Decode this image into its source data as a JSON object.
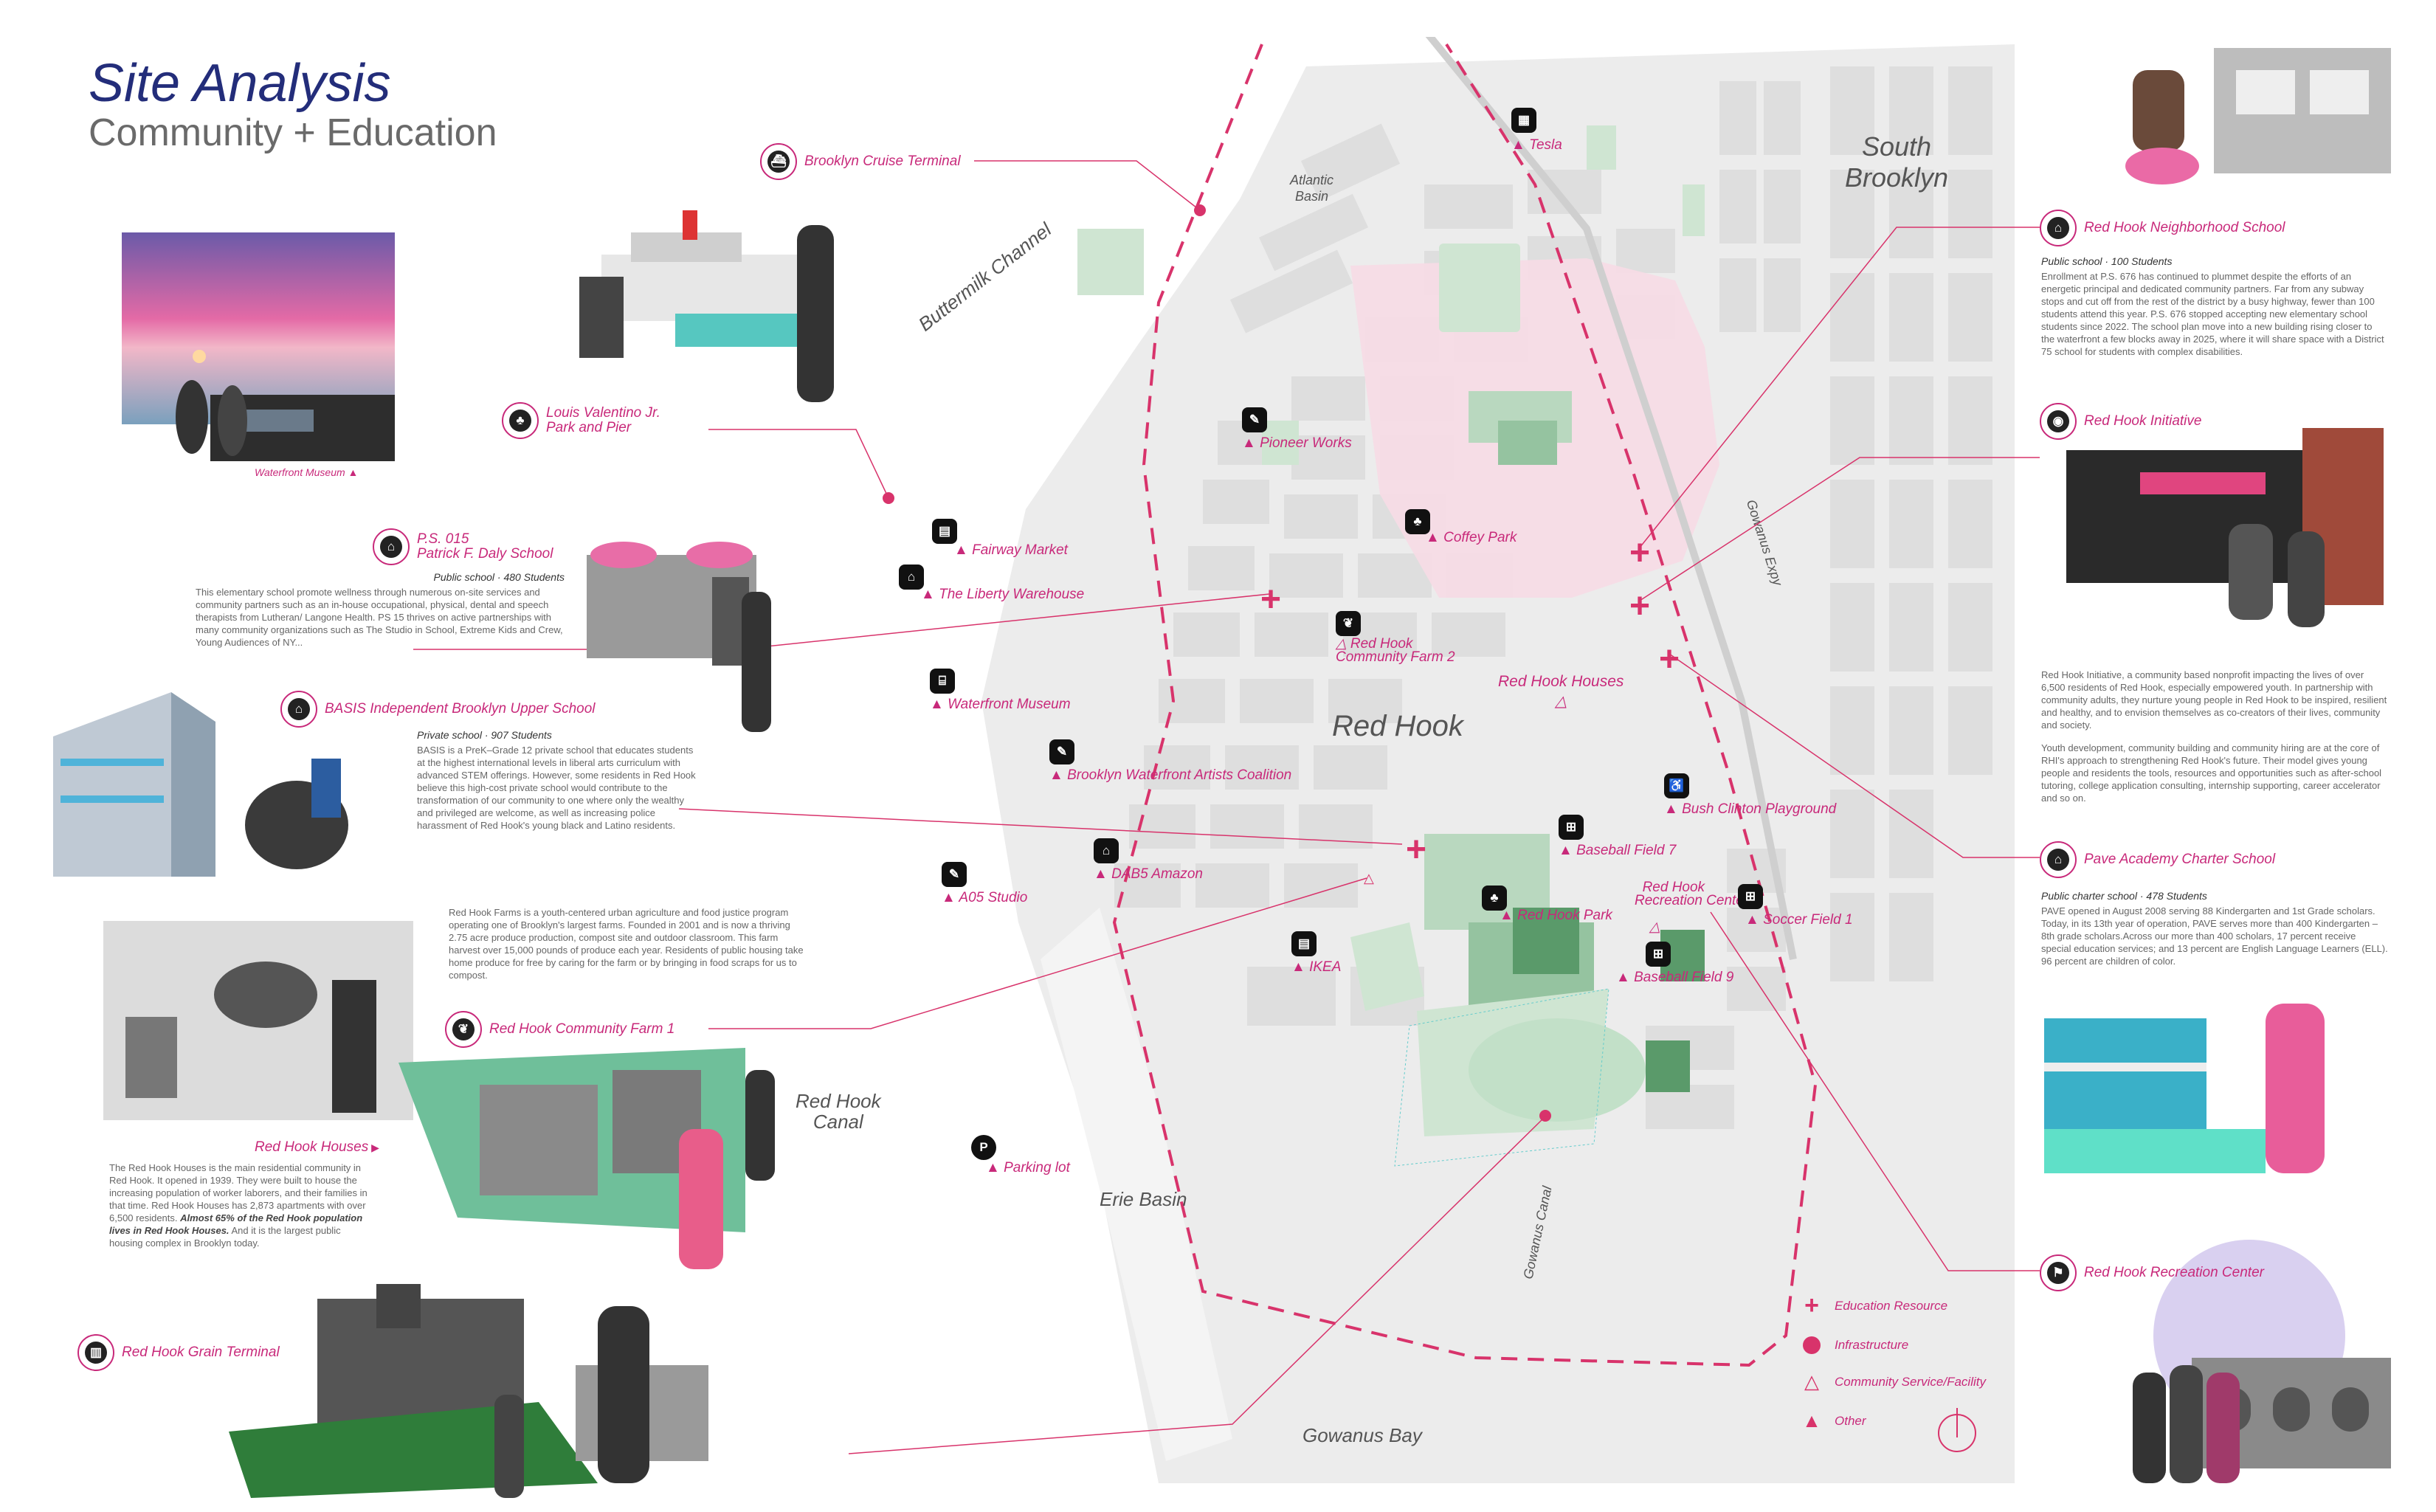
{
  "header": {
    "title": "Site Analysis",
    "subtitle": "Community + Education"
  },
  "map_labels": {
    "south_brooklyn": "South\nBrooklyn",
    "red_hook": "Red Hook",
    "atlantic_basin": "Atlantic\nBasin",
    "buttermilk_channel": "Buttermilk Channel",
    "gowanus_expy": "Gowanus Expy",
    "red_hook_canal": "Red Hook\nCanal",
    "erie_basin": "Erie Basin",
    "gowanus_canal": "Gowanus Canal",
    "gowanus_bay": "Gowanus Bay"
  },
  "places": [
    {
      "id": "tesla",
      "label": "Tesla",
      "icon": "building-icon"
    },
    {
      "id": "pioneer",
      "label": "Pioneer Works",
      "icon": "palette-icon"
    },
    {
      "id": "fairway",
      "label": "Fairway Market",
      "icon": "store-icon"
    },
    {
      "id": "liberty",
      "label": "The Liberty Warehouse",
      "icon": "warehouse-icon"
    },
    {
      "id": "coffey",
      "label": "Coffey Park",
      "icon": "tree-icon"
    },
    {
      "id": "farm2",
      "label": "Red Hook\nCommunity Farm 2",
      "icon": "leaf-icon"
    },
    {
      "id": "rhhouses",
      "label": "Red Hook Houses",
      "icon": ""
    },
    {
      "id": "wmuseum",
      "label": "Waterfront Museum",
      "icon": "museum-icon"
    },
    {
      "id": "bwac",
      "label": "Brooklyn Waterfront Artists Coalition",
      "icon": "palette-icon"
    },
    {
      "id": "bush",
      "label": "Bush Clinton Playground",
      "icon": "playground-icon"
    },
    {
      "id": "bb7",
      "label": "Baseball Field 7",
      "icon": "field-icon"
    },
    {
      "id": "rhrc_map",
      "label": "Red Hook\nRecreation Center",
      "icon": ""
    },
    {
      "id": "soccer1",
      "label": "Soccer Field 1",
      "icon": "field-icon"
    },
    {
      "id": "rhpark",
      "label": "Red Hook Park",
      "icon": "tree-icon"
    },
    {
      "id": "bb9",
      "label": "Baseball Field 9",
      "icon": "field-icon"
    },
    {
      "id": "a05",
      "label": "A05 Studio",
      "icon": "palette-icon"
    },
    {
      "id": "dab5",
      "label": "DAB5 Amazon",
      "icon": "warehouse-icon"
    },
    {
      "id": "ikea",
      "label": "IKEA",
      "icon": "store-icon"
    },
    {
      "id": "parking",
      "label": "Parking lot",
      "icon": "parking-icon"
    }
  ],
  "callouts": {
    "cruise": "Brooklyn Cruise Terminal",
    "valentino": "Louis Valentino Jr.\nPark and Pier",
    "ps15_title": "P.S. 015\nPatrick F. Daly School",
    "ps15_sub": "Public school · 480 Students",
    "ps15_desc": "This elementary school promote wellness through numerous on-site services and community partners such as an in-house occupational, physical, dental and speech therapists from Lutheran/ Langone Health. PS 15 thrives on active partnerships with many community organizations such as The Studio in School, Extreme Kids and Crew, Young Audiences of NY...",
    "basis_title": "BASIS Independent Brooklyn Upper School",
    "basis_sub": "Private school · 907 Students",
    "basis_desc": "BASIS is a PreK–Grade 12 private school that educates students at the highest international levels in liberal arts curriculum with advanced STEM offerings. However, some residents in Red Hook believe this high-cost private school would contribute to the transformation of our community to one where only the wealthy and privileged are welcome, as well as increasing police harassment of Red Hook's young black and Latino residents.",
    "farm_desc": "Red Hook Farms is a youth-centered urban agriculture and food justice program operating one of Brooklyn's largest farms. Founded in 2001 and is now a thriving 2.75 acre produce production, compost site and outdoor classroom. This farm harvest over 15,000 pounds of produce each year. Residents of public housing take home produce for free by caring for the farm or by bringing in food scraps for us to compost.",
    "farm1": "Red Hook Community Farm 1",
    "houses_title": "Red Hook Houses",
    "houses_desc": "The Red Hook Houses is the main residential community in Red Hook. It opened in 1939. They were built to house the increasing population of worker laborers, and their families in that time. Red Hook Houses has 2,873 apartments with over 6,500 residents.",
    "houses_bold": "Almost 65% of the Red Hook population lives in Red Hook Houses.",
    "houses_end": "And it is the largest public housing complex in Brooklyn today.",
    "grain": "Red Hook Grain Terminal",
    "wm_caption": "Waterfront Museum",
    "rhns_title": "Red Hook Neighborhood School",
    "rhns_sub": "Public school · 100 Students",
    "rhns_desc": "Enrollment at P.S. 676 has continued to plummet despite the efforts of an energetic principal and dedicated community partners. Far from any subway stops and cut off from the rest of the district by a busy highway, fewer than 100 students attend this year. P.S. 676 stopped accepting new elementary school students since 2022. The school plan move into a new building rising closer to the waterfront a few blocks away in 2025, where it will share space with a District 75 school for students with complex disabilities.",
    "rhi_title": "Red Hook Initiative",
    "rhi_desc1": "Red Hook Initiative, a community based nonprofit impacting the lives of over 6,500 residents of Red Hook, especially empowered youth. In partnership with community adults, they nurture young people in Red Hook to be inspired, resilient and healthy, and to envision themselves as co-creators of their lives, community and society.",
    "rhi_desc2": "Youth development, community building and community hiring are at the core of RHI's approach to strengthening Red Hook's future. Their model gives young people and residents the tools, resources and opportunities such as after-school tutoring, college application consulting, internship supporting, career accelerator and so on.",
    "pave_title": "Pave Academy Charter School",
    "pave_sub": "Public charter school · 478 Students",
    "pave_desc": "PAVE opened in August 2008 serving 88 Kindergarten and 1st Grade scholars. Today, in its 13th year of operation, PAVE serves more than 400 Kindergarten – 8th grade scholars.Across our more than 400 scholars, 17 percent receive special education services; and 13 percent are English Language Learners (ELL). 96 percent are children of color.",
    "rec_center": "Red Hook Recreation Center"
  },
  "legend": {
    "education": "Education Resource",
    "infrastructure": "Infrastructure",
    "community": "Community Service/Facility",
    "other": "Other"
  },
  "colors": {
    "accent": "#c8297a",
    "title": "#232d7a",
    "park": "#cfe5d2",
    "housing": "#f7dbe6",
    "lavender": "#d9d0f0"
  }
}
